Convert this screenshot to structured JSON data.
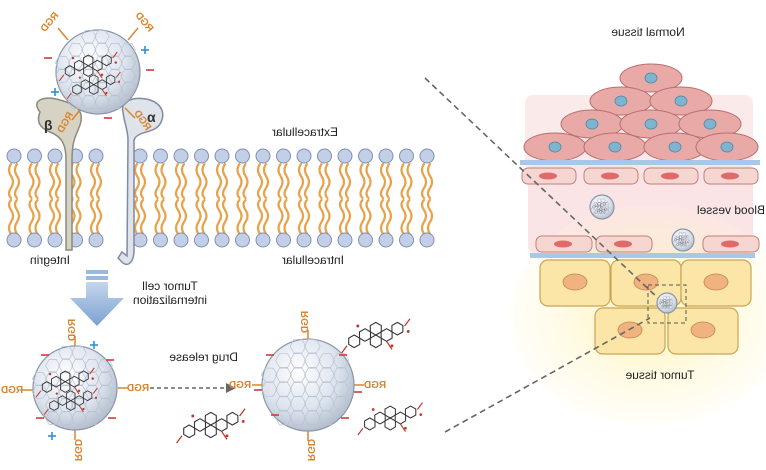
{
  "labels": {
    "normal_tissue": "Normal tissue",
    "blood_vessel": "Blood vessel",
    "tumor_tissue": "Tumor tissue",
    "extracellular": "Extracellular",
    "intracellular": "Intracellular",
    "integrin": "Integrin",
    "tumor_cell_line1": "Tumor cell",
    "tumor_cell_line2": "internalization",
    "drug_release": "Drug release",
    "beta": "β",
    "alpha": "α",
    "rgd": "RGD"
  },
  "colors": {
    "lipid_head": "#c3cfe6",
    "lipid_head_stroke": "#7f8fb5",
    "lipid_tail": "#e9a24c",
    "normal_cell": "#e8a9a7",
    "normal_nucleus": "#7fb4cf",
    "vessel_cell": "#f6d6d0",
    "vessel_nucleus": "#e06a6a",
    "tumor_cell": "#fbe6a8",
    "tumor_nucleus": "#f0b27e",
    "arrow_blue": "#8fb0d8",
    "rgd_orange": "#d9852e",
    "charge_red": "#d03a3a",
    "charge_blue": "#2f8fd8"
  },
  "icons": [
    "nanoparticle-icon",
    "drug-molecule-icon",
    "integrin-receptor-icon",
    "down-arrow-icon"
  ]
}
